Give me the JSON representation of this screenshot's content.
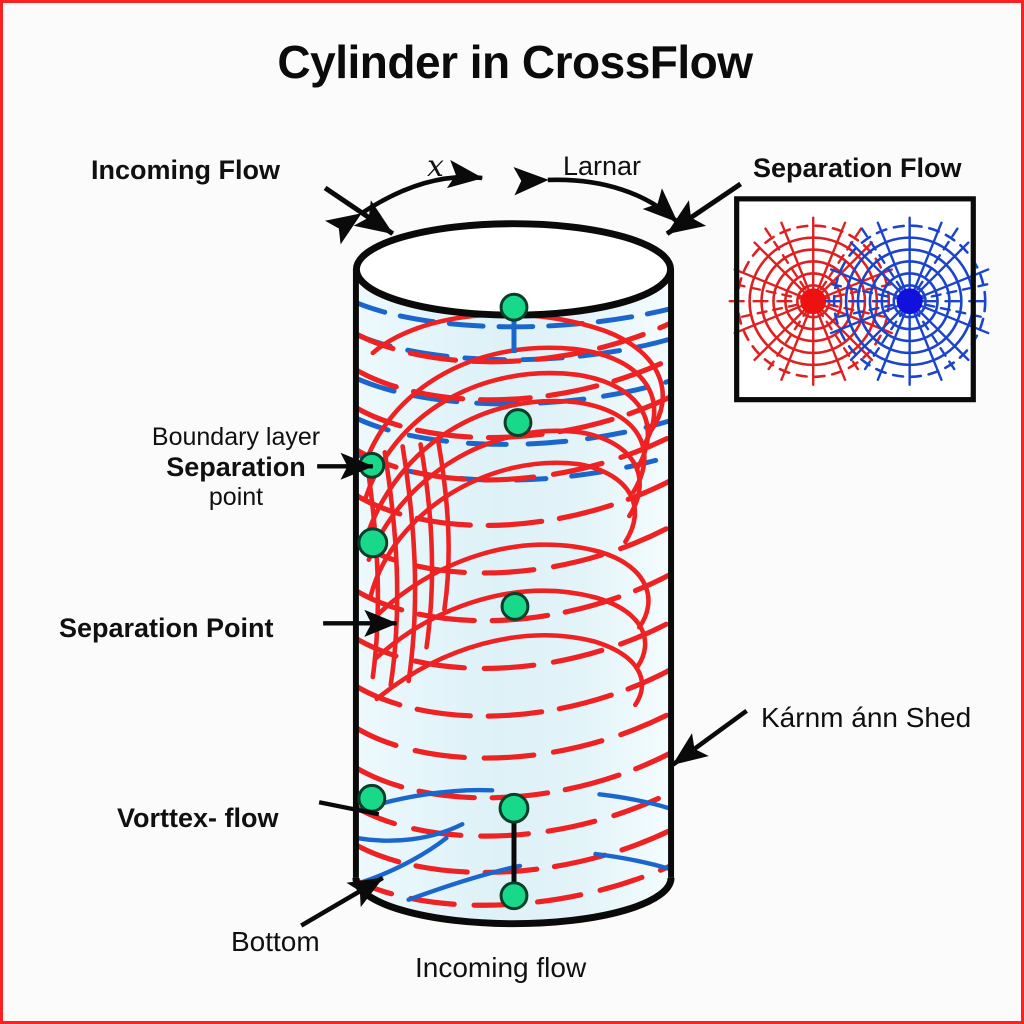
{
  "figure": {
    "title": "Cylinder in CrossFlow",
    "border_color": "#fc2020",
    "background": "#fbfbfb"
  },
  "axis": {
    "x_symbol": "x"
  },
  "labels": {
    "incoming_flow_top": "Incoming Flow",
    "laminar": "Larnar",
    "separation_flow": "Separation Flow",
    "boundary_layer_line1": "Boundary layer",
    "boundary_layer_line2": "Separation",
    "boundary_layer_line3": "point",
    "separation_point": "Separation Point",
    "karman_shed": "Kárnm ánn Shed",
    "vortex_flow": "Vorttex- flow",
    "bottom": "Bottom",
    "incoming_flow_bottom": "Incoming flow"
  },
  "cylinder": {
    "body_fill_light": "#f2fbfd",
    "body_fill_mid": "#dff2f8",
    "outline_color": "#0a0a0a",
    "top_cap_fill": "#ffffff",
    "streamline_red": "#ee2222",
    "streamline_blue": "#1a66cc",
    "marker_fill": "#18d98a",
    "marker_stroke": "#0a3d2a",
    "marker_count": 8
  },
  "inset": {
    "border_color": "#0a0a0a",
    "background": "#ffffff",
    "left_vortex_color": "#e02020",
    "right_vortex_color": "#1a44cc",
    "rings_per_vortex": 6,
    "spokes_per_vortex": 24
  },
  "chart_data": {
    "type": "diagram",
    "title": "Cylinder in CrossFlow",
    "annotations": [
      {
        "text": "Incoming Flow",
        "position": "top-left",
        "has_arrow": true
      },
      {
        "text": "x",
        "position": "top-center-left",
        "has_arrow": true
      },
      {
        "text": "Larnar",
        "position": "top-center-right",
        "has_arrow": true
      },
      {
        "text": "Separation Flow",
        "position": "top-right",
        "has_arrow": true
      },
      {
        "text": "Boundary layer Separation point",
        "position": "left-upper",
        "has_arrow": true
      },
      {
        "text": "Separation Point",
        "position": "left-middle",
        "has_arrow": true
      },
      {
        "text": "Kárnm ánn Shed",
        "position": "right-lower",
        "has_arrow": true
      },
      {
        "text": "Vorttex- flow",
        "position": "left-lower",
        "has_arrow": true
      },
      {
        "text": "Bottom",
        "position": "bottom-left",
        "has_arrow": true
      },
      {
        "text": "Incoming flow",
        "position": "bottom-center",
        "has_arrow": false
      }
    ]
  }
}
